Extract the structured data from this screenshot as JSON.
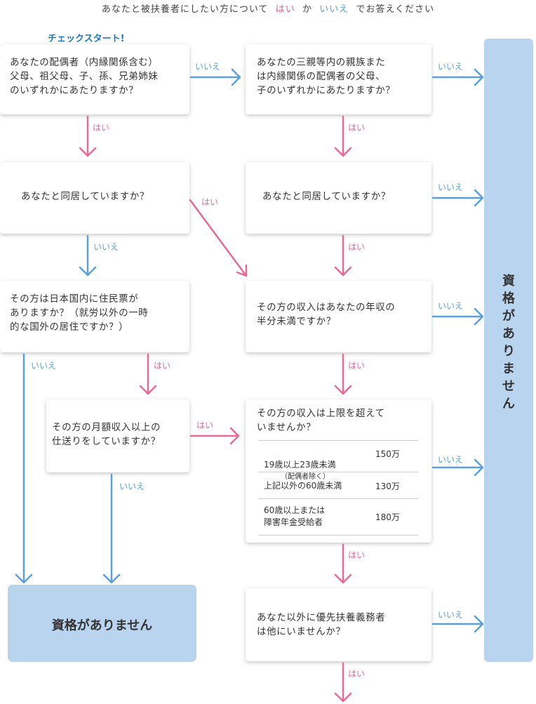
{
  "intro": {
    "prefix": "あなたと被扶養者にしたい方について",
    "yes": "はい",
    "mid": "か",
    "no": "いいえ",
    "suffix": "でお答えください"
  },
  "start_label": "チェックスタート!",
  "questions": {
    "q1": "あなたの配偶者（内縁関係含む）\n父母、祖父母、子、孫、兄弟姉妹\nのいずれかにあたりますか？",
    "q2": "あなたと同居していますか？",
    "q3": "その方は日本国内に住民票が\nありますか？（就労以外の一時\n的な国外の居住ですか？）",
    "q4": "その方の月額収入以上の\n仕送りをしていますか？",
    "r1": "あなたの三親等内の親族また\nは内縁関係の配偶者の父母、\n子のいずれかにあたりますか？",
    "r2": "あなたと同居していますか？",
    "r3": "その方の収入はあなたの年収の\n半分未満ですか？",
    "r4": "その方の収入は上限を超えて\nいませんか？",
    "r5": "あなた以外に優先扶養義務者\nは他にいませんか？"
  },
  "income_table": [
    {
      "category": "19歳以上23歳未満",
      "note": "（配偶者除く）",
      "amount": "150万"
    },
    {
      "category": "上記以外の60歳未満",
      "note": "",
      "amount": "130万"
    },
    {
      "category": "60歳以上または\n障害年金受給者",
      "note": "",
      "amount": "180万"
    }
  ],
  "labels": {
    "yes": "はい",
    "no": "いいえ"
  },
  "result_vertical": "資格がありません",
  "result_box": "資格がありません",
  "colors": {
    "yes": "#e66a95",
    "no": "#5a9fd8",
    "result_bg": "#b9d4ef"
  }
}
